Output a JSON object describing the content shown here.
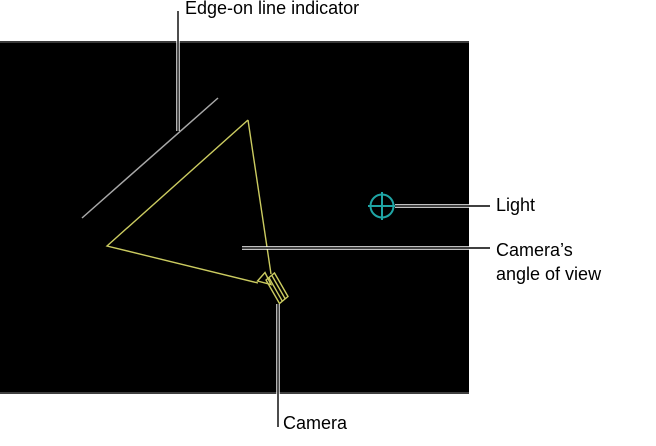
{
  "figure": {
    "type": "documentation-callout-figure",
    "description": "3D viewport canvas showing a camera wireframe, its angle-of-view frustum, an edge-on line indicator, and a light object, annotated with callout labels"
  },
  "canvas": {
    "background": "#000000"
  },
  "callouts": {
    "edge_on_line_indicator": {
      "label": "Edge-on line indicator"
    },
    "light": {
      "label": "Light"
    },
    "camera_angle_of_view": {
      "label_line1": "Camera’s",
      "label_line2": "angle of view"
    },
    "camera": {
      "label": "Camera"
    }
  },
  "icons": {
    "light_icon": "teal-circle-crosshair",
    "camera_icon": "yellow-wireframe-camera",
    "edge_on_line_icon": "gray-diagonal-line",
    "angle_of_view_icon": "yellow-wireframe-frustum-triangle"
  },
  "colors": {
    "page_bg": "#ffffff",
    "canvas_bg": "#000000",
    "wireframe_yellow": "#cbcb60",
    "light_teal": "#1fa5a5",
    "edge_line_gray": "#a8a8a8",
    "callout_line": "#000000",
    "callout_casing": "#ffffff",
    "label_text": "#000000"
  }
}
